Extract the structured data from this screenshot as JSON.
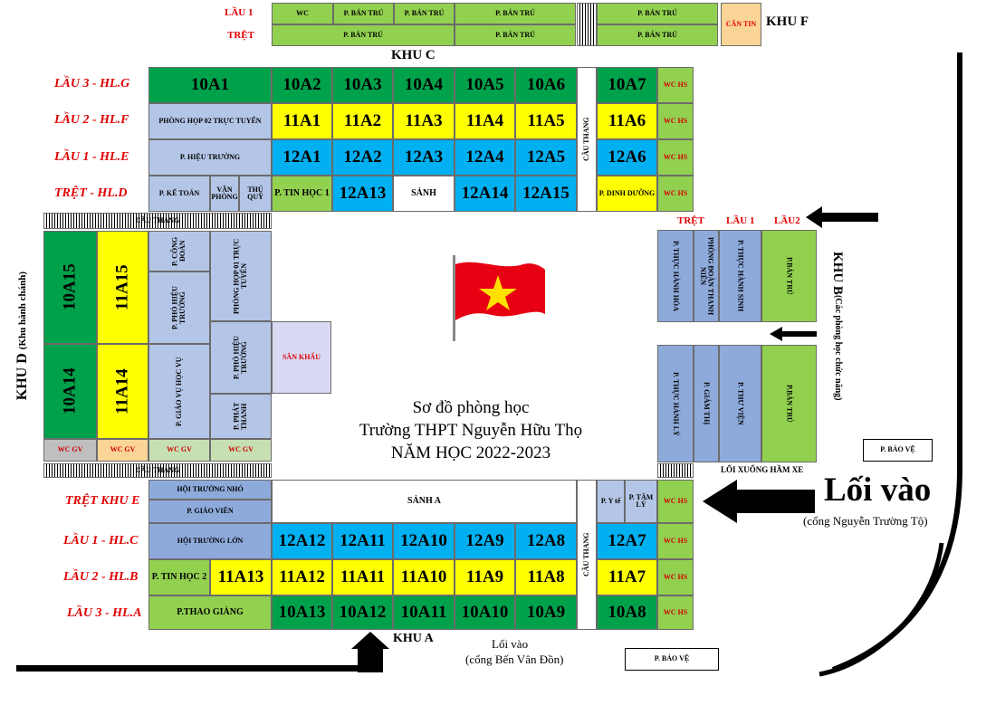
{
  "title": {
    "line1": "Sơ đồ phòng học",
    "line2": "Trường THPT Nguyễn Hữu Thọ",
    "line3": "NĂM HỌC 2022-2023"
  },
  "khu_labels": {
    "c": "KHU C",
    "f": "KHU F",
    "a": "KHU A",
    "d": "KHU D",
    "d_sub": "(Khu hành chánh)",
    "b": "KHU B",
    "b_sub": "(Các phòng học chức năng)"
  },
  "khu_f": {
    "lau1": "LẦU 1",
    "tret": "TRỆT",
    "wc": "WC",
    "ban_tru": "P. BÁN TRÚ",
    "can_tin": "CĂN TIN"
  },
  "rows_c": {
    "lau3": "LẦU 3 - HL.G",
    "lau2": "LẦU 2 - HL.F",
    "lau1": "LẦU 1 - HL.E",
    "tret": "TRỆT - HL.D"
  },
  "rows_a": {
    "tret": "TRỆT KHU E",
    "lau1": "LẦU 1 - HL.C",
    "lau2": "LẦU 2 - HL.B",
    "lau3": "LẦU 3 - HL.A"
  },
  "rooms_c": {
    "lau3": [
      "10A1",
      "10A2",
      "10A3",
      "10A4",
      "10A5",
      "10A6",
      "10A7"
    ],
    "lau2": [
      "PHÒNG HỌP 02 TRỰC TUYẾN",
      "11A1",
      "11A2",
      "11A3",
      "11A4",
      "11A5",
      "11A6"
    ],
    "lau1": [
      "P. HIỆU TRƯỞNG",
      "12A1",
      "12A2",
      "12A3",
      "12A4",
      "12A5",
      "12A6"
    ],
    "tret": [
      "P. KẾ TOÁN",
      "VĂN PHÒNG",
      "THỦ QUỸ",
      "P. TIN HỌC 1",
      "12A13",
      "SẢNH",
      "12A14",
      "12A15",
      "P. DINH DƯỠNG"
    ]
  },
  "rooms_a": {
    "tret": [
      "HỘI TRƯỜNG NHỎ",
      "P. GIÁO VIÊN",
      "SẢNH A",
      "P. Y tế",
      "P. TÂM LÝ"
    ],
    "lau1": [
      "HỘI TRƯỜNG LỚN",
      "12A12",
      "12A11",
      "12A10",
      "12A9",
      "12A8",
      "12A7"
    ],
    "lau2": [
      "P. TIN HỌC 2",
      "11A13",
      "11A12",
      "11A11",
      "11A10",
      "11A9",
      "11A8",
      "11A7"
    ],
    "lau3": [
      "P.THAO GIẢNG",
      "10A13",
      "10A12",
      "10A11",
      "10A10",
      "10A9",
      "10A8"
    ]
  },
  "khu_d": {
    "top": [
      "10A15",
      "11A15",
      "P. CÔNG ĐOÀN",
      "PHÒNG HỌP 01 TRỰC TUYẾN"
    ],
    "mid": [
      "P. PHÓ HIỆU TRƯỞNG",
      "P. PHÓ HIỆU TRƯỞNG",
      "SÂN KHẤU"
    ],
    "bottom": [
      "10A14",
      "11A14",
      "P. GIÁO VỤ HỌC VỤ",
      "P. PHÁT THANH"
    ],
    "wc": "WC GV"
  },
  "khu_b": {
    "headers": [
      "TRỆT",
      "LẦU 1",
      "LẦU2"
    ],
    "top": [
      "P. THỰC HÀNH HÓA",
      "PHÒNG ĐOÀN THANH NIÊN",
      "P. THỰC HÀNH SINH",
      "P.BÁN TRÚ"
    ],
    "bottom": [
      "P. THỰC HÀNH LÝ",
      "P. GIÁM THỊ",
      "P. THƯ VIỆN",
      "P.BÁN TRÚ"
    ]
  },
  "wc_hs": "WC HS",
  "cau_thang": "CẦU THANG",
  "loi_xuong_ham": "LỐI XUỐNG HẦM XE",
  "bao_ve": "P. BẢO VỆ",
  "entrance_main": {
    "title": "Lối vào",
    "sub": "(cổng Nguyễn Trường Tộ)"
  },
  "entrance_side": {
    "title": "Lối vào",
    "sub": "(cổng Bến Vân Đồn)"
  },
  "colors": {
    "green": "#00a14b",
    "light_green": "#92d050",
    "yellow": "#ffff00",
    "blue": "#00b0f0",
    "purple_blue": "#8eaadb",
    "light_blue": "#b4c6e7",
    "red_label": "#e00000",
    "orange": "#fbd597"
  },
  "icons": {
    "flag": "vietnam-flag-icon",
    "arrow": "arrow-icon"
  }
}
